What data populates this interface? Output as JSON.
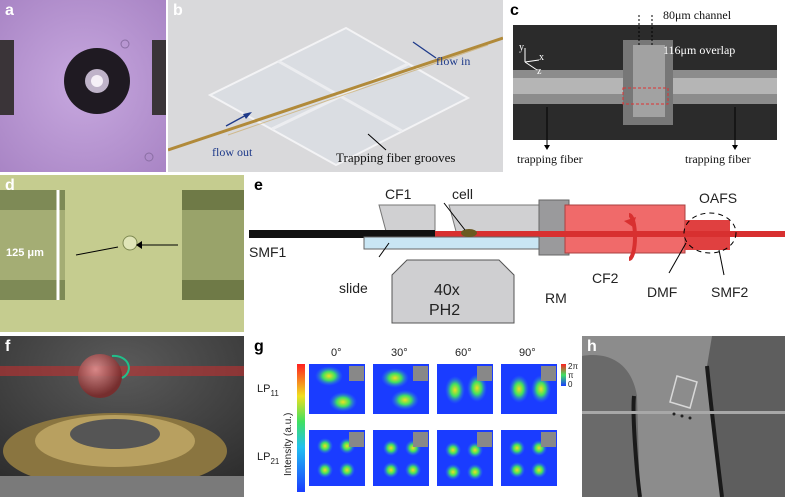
{
  "panels": {
    "a": {
      "label": "a"
    },
    "b": {
      "label": "b",
      "flow_in": "flow in",
      "flow_out": "flow out",
      "grooves": "Trapping fiber grooves"
    },
    "c": {
      "label": "c",
      "channel": "80μm channel",
      "overlap": "116μm overlap",
      "axis_y": "y",
      "axis_x": "x",
      "axis_z": "z",
      "fiber_left": "trapping fiber",
      "fiber_right": "trapping fiber"
    },
    "d": {
      "label": "d",
      "scale": "125 μm"
    },
    "e": {
      "label": "e",
      "cf1": "CF1",
      "cell": "cell",
      "oafs": "OAFS",
      "smf1": "SMF1",
      "slide": "slide",
      "objective": "40x",
      "objective2": "PH2",
      "cf2": "CF2",
      "rm": "RM",
      "dmf": "DMF",
      "smf2": "SMF2"
    },
    "f": {
      "label": "f"
    },
    "g": {
      "label": "g",
      "angles": [
        "0°",
        "30°",
        "60°",
        "90°"
      ],
      "row1": "LP",
      "row1_sub": "11",
      "row2": "LP",
      "row2_sub": "21",
      "intensity": "Intensity (a.u.)",
      "phase_top": "2π",
      "phase_mid": "π",
      "phase_bot": "0"
    },
    "h": {
      "label": "h"
    }
  },
  "colors": {
    "fiber_red": "#d83030",
    "mode_blue": "#1a3cff",
    "panel_label": "#ffffff"
  }
}
